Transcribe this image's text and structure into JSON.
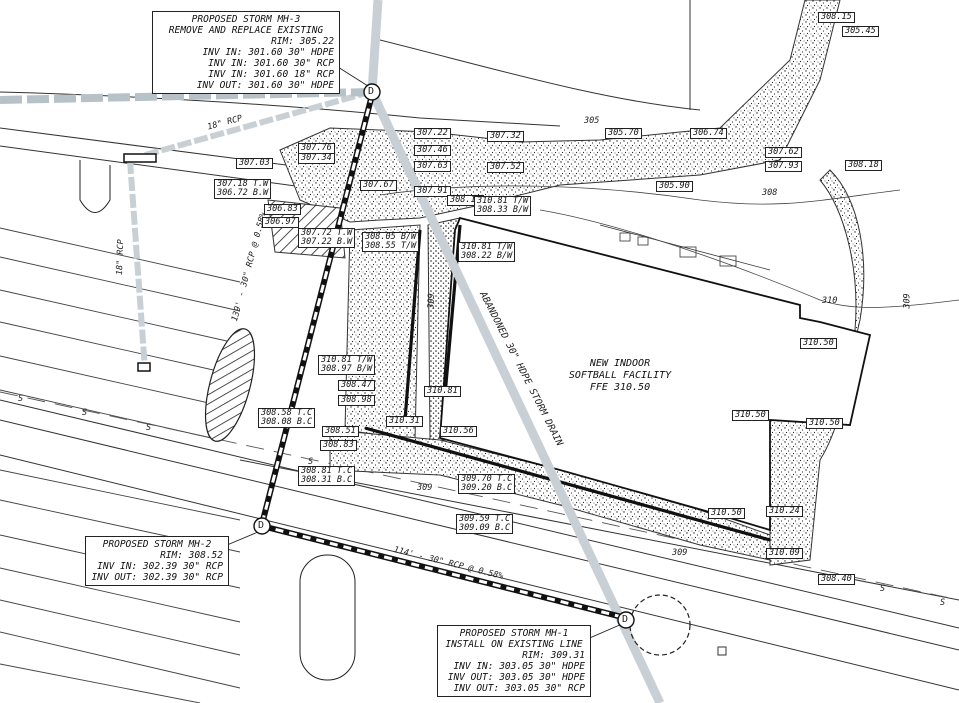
{
  "callouts": {
    "mh3": [
      "PROPOSED STORM MH-3",
      "REMOVE AND REPLACE EXISTING",
      "RIM: 305.22",
      "INV IN: 301.60 30\" HDPE",
      "INV IN: 301.60 30\" RCP",
      "INV IN: 301.60 18\" RCP",
      "INV OUT: 301.60 30\" HDPE"
    ],
    "mh2": [
      "PROPOSED STORM MH-2",
      "RIM: 308.52",
      "INV IN: 302.39 30\" RCP",
      "INV OUT: 302.39 30\" RCP"
    ],
    "mh1": [
      "PROPOSED STORM MH-1",
      "INSTALL ON EXISTING LINE",
      "RIM: 309.31",
      "INV IN: 303.05 30\" HDPE",
      "INV OUT: 303.05 30\" HDPE",
      "INV OUT: 303.05 30\" RCP"
    ]
  },
  "facility": [
    "NEW INDOOR",
    "SOFTBALL FACILITY",
    "FFE 310.50"
  ],
  "pipe_labels": {
    "pipe_139": "139' - 30\" RCP @ 0.58%",
    "pipe_114": "114' - 30\" RCP @ 0.58%",
    "abandoned": "ABANDONED 30\" HDPE STORM DRAIN",
    "rcp18_a": "18\" RCP",
    "rcp18_b": "18\" RCP"
  },
  "contours": [
    "305",
    "308",
    "309",
    "310",
    "309",
    "309",
    "309"
  ],
  "mh_symbol": "D",
  "sewer_mark": "S",
  "spot_tags": [
    {
      "id": "t1",
      "lines": [
        "308.15"
      ]
    },
    {
      "id": "t2",
      "lines": [
        "305.45"
      ]
    },
    {
      "id": "t3",
      "lines": [
        "307.76"
      ]
    },
    {
      "id": "t4",
      "lines": [
        "307.34"
      ]
    },
    {
      "id": "t5",
      "lines": [
        "307.22"
      ]
    },
    {
      "id": "t6",
      "lines": [
        "307.32"
      ]
    },
    {
      "id": "t7",
      "lines": [
        "305.70"
      ]
    },
    {
      "id": "t8",
      "lines": [
        "306.74"
      ]
    },
    {
      "id": "t9",
      "lines": [
        "307.62"
      ]
    },
    {
      "id": "t10",
      "lines": [
        "307.93"
      ]
    },
    {
      "id": "t11",
      "lines": [
        "308.18"
      ]
    },
    {
      "id": "t12",
      "lines": [
        "307.03"
      ]
    },
    {
      "id": "t13",
      "lines": [
        "307.46"
      ]
    },
    {
      "id": "t14",
      "lines": [
        "307.63"
      ]
    },
    {
      "id": "t15",
      "lines": [
        "307.52"
      ]
    },
    {
      "id": "t16",
      "lines": [
        "305.90"
      ]
    },
    {
      "id": "t17",
      "lines": [
        "307.18 T.W",
        "306.72 B.W"
      ]
    },
    {
      "id": "t18",
      "lines": [
        "307.67"
      ]
    },
    {
      "id": "t19",
      "lines": [
        "307.91"
      ]
    },
    {
      "id": "t20",
      "lines": [
        "308.12"
      ]
    },
    {
      "id": "t21",
      "lines": [
        "306.83"
      ]
    },
    {
      "id": "t22",
      "lines": [
        "310.81 T/W",
        "308.33 B/W"
      ]
    },
    {
      "id": "t23",
      "lines": [
        "306.97"
      ]
    },
    {
      "id": "t24",
      "lines": [
        "307.72 T.W",
        "307.22 B.W"
      ]
    },
    {
      "id": "t25",
      "lines": [
        "308.05 B/W",
        "308.55 T/W"
      ]
    },
    {
      "id": "t26",
      "lines": [
        "310.81 T/W",
        "308.22 B/W"
      ]
    },
    {
      "id": "t27",
      "lines": [
        "310.50"
      ]
    },
    {
      "id": "t28",
      "lines": [
        "310.81 T/W",
        "308.97 B/W"
      ]
    },
    {
      "id": "t29",
      "lines": [
        "308.47"
      ]
    },
    {
      "id": "t30",
      "lines": [
        "308.98"
      ]
    },
    {
      "id": "t31",
      "lines": [
        "310.81"
      ]
    },
    {
      "id": "t32",
      "lines": [
        "308.58 T.C",
        "308.08 B.C"
      ]
    },
    {
      "id": "t33",
      "lines": [
        "310.31"
      ]
    },
    {
      "id": "t34",
      "lines": [
        "308.51"
      ]
    },
    {
      "id": "t35",
      "lines": [
        "310.56"
      ]
    },
    {
      "id": "t36",
      "lines": [
        "308.83"
      ]
    },
    {
      "id": "t37",
      "lines": [
        "310.50"
      ]
    },
    {
      "id": "t38",
      "lines": [
        "310.50"
      ]
    },
    {
      "id": "t39",
      "lines": [
        "308.81 T.C",
        "308.31 B.C"
      ]
    },
    {
      "id": "t40",
      "lines": [
        "309.70 T.C",
        "309.20 B.C"
      ]
    },
    {
      "id": "t41",
      "lines": [
        "310.50"
      ]
    },
    {
      "id": "t42",
      "lines": [
        "310.24"
      ]
    },
    {
      "id": "t43",
      "lines": [
        "309.59 T.C",
        "309.09 B.C"
      ]
    },
    {
      "id": "t44",
      "lines": [
        "310.09"
      ]
    },
    {
      "id": "t45",
      "lines": [
        "308.40"
      ]
    }
  ]
}
